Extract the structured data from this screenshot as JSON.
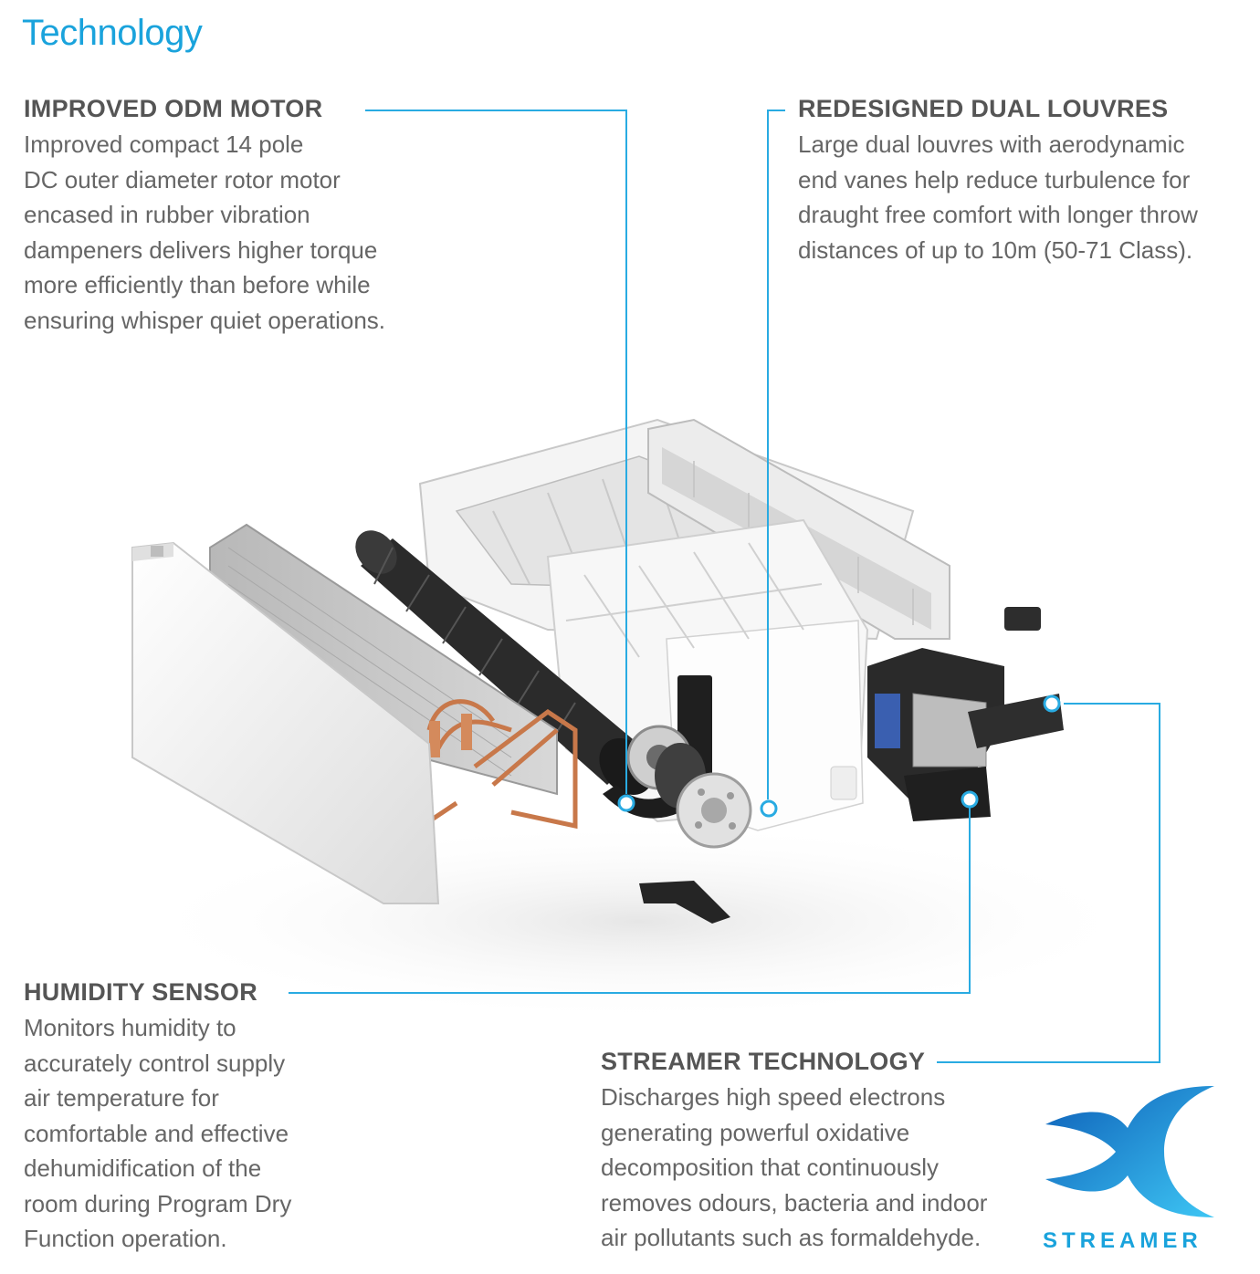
{
  "page": {
    "title": "Technology"
  },
  "features": {
    "motor": {
      "heading": "IMPROVED ODM MOTOR",
      "body": "Improved compact 14 pole\nDC outer diameter rotor motor\nencased in rubber vibration\ndampeners delivers higher torque\nmore efficiently than before while\nensuring whisper quiet operations."
    },
    "louvres": {
      "heading": "REDESIGNED DUAL LOUVRES",
      "body": "Large dual louvres with aerodynamic\nend vanes help reduce turbulence for\ndraught free comfort with longer throw\ndistances of up to 10m (50-71 Class)."
    },
    "humidity": {
      "heading": "HUMIDITY SENSOR",
      "body": "Monitors humidity to\naccurately control supply\nair temperature for\ncomfortable and effective\ndehumidification of the\nroom during Program Dry\nFunction operation."
    },
    "streamer": {
      "heading": "STREAMER TECHNOLOGY",
      "body": "Discharges high speed electrons\ngenerating powerful oxidative\ndecomposition that continuously\nremoves odours, bacteria and indoor\nair pollutants such as formaldehyde."
    }
  },
  "logo": {
    "wordmark": "STREAMER"
  },
  "colors": {
    "accent": "#1aa3dc",
    "heading": "#555555",
    "body": "#666666"
  }
}
